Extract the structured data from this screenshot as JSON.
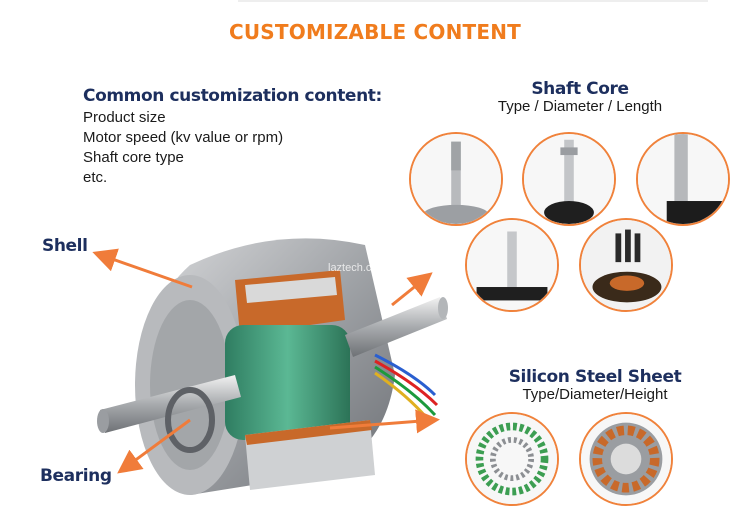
{
  "title": "CUSTOMIZABLE CONTENT",
  "intro": {
    "heading": "Common customization content:",
    "items": [
      "Product size",
      "Motor speed (kv value or rpm)",
      "Shaft core type",
      "etc."
    ]
  },
  "labels": {
    "shell": "Shell",
    "bearing": "Bearing"
  },
  "shaft_core": {
    "title": "Shaft Core",
    "subtitle": "Type / Diameter / Length"
  },
  "silicon_steel": {
    "title": "Silicon Steel Sheet",
    "subtitle": "Type/Diameter/Height"
  },
  "watermark": "laztech.com",
  "colors": {
    "title": "#f07c1d",
    "heading": "#1d2f5e",
    "arrow": "#f07c3a",
    "ring": "#f0823b",
    "copper": "#c8692a",
    "rotor": "#3e9a78"
  }
}
